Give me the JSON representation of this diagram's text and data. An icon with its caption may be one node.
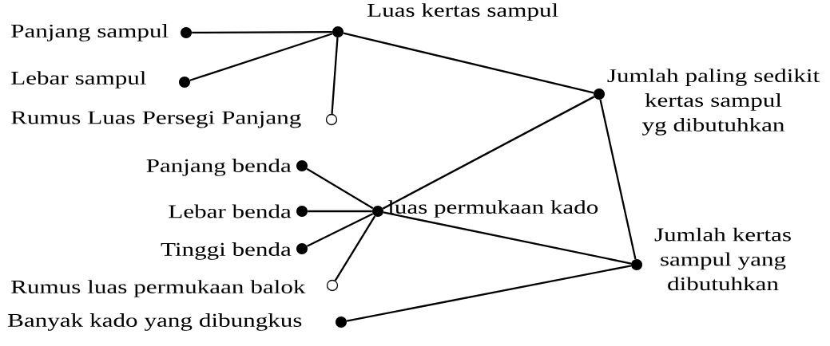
{
  "diagram": {
    "nodes": [
      {
        "text": [
          "Panjang sampul"
        ]
      },
      {
        "text": [
          "Lebar sampul"
        ]
      },
      {
        "text": [
          "Rumus Luas Persegi Panjang"
        ]
      },
      {
        "text": [
          "Luas kertas sampul"
        ]
      },
      {
        "text": [
          "Jumlah paling sedikit kertas sampul yg dibutuhkan"
        ]
      },
      {
        "text": [
          "Panjang benda"
        ]
      },
      {
        "text": [
          "Lebar benda"
        ]
      },
      {
        "text": [
          "Tinggi benda"
        ]
      },
      {
        "text": [
          "luas permukaan kado"
        ]
      },
      {
        "text": [
          "Rumus luas permukaan balok"
        ]
      },
      {
        "text": [
          "Jumlah kertas sampul yang dibutuhkan"
        ]
      },
      {
        "text": [
          "Banyak kado yang dibungkus"
        ]
      }
    ],
    "edges": [
      {
        "from": 0,
        "to": 3,
        "arrow": "none"
      },
      {
        "from": 1,
        "to": 3,
        "arrow": "none"
      },
      {
        "from": 2,
        "to": 3,
        "arrow": "none"
      },
      {
        "from": 3,
        "to": 4,
        "arrow": "none"
      },
      {
        "from": 5,
        "to": 8,
        "arrow": "none"
      },
      {
        "from": 6,
        "to": 8,
        "arrow": "none"
      },
      {
        "from": 7,
        "to": 8,
        "arrow": "none"
      },
      {
        "from": 9,
        "to": 8,
        "arrow": "none"
      },
      {
        "from": 8,
        "to": 4,
        "arrow": "none"
      },
      {
        "from": 8,
        "to": 10,
        "arrow": "none"
      },
      {
        "from": 4,
        "to": 10,
        "arrow": "none"
      },
      {
        "from": 11,
        "to": 10,
        "arrow": "none"
      }
    ]
  }
}
